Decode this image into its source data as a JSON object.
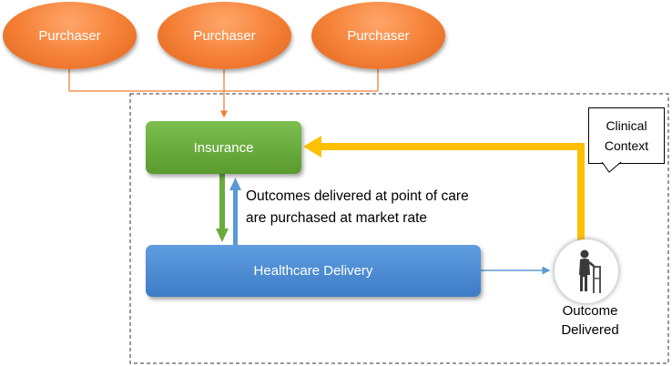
{
  "purchasers": [
    {
      "label": "Purchaser"
    },
    {
      "label": "Purchaser"
    },
    {
      "label": "Purchaser"
    }
  ],
  "insurance": {
    "label": "Insurance"
  },
  "healthcare_delivery": {
    "label": "Healthcare Delivery"
  },
  "annotation": {
    "line1": "Outcomes delivered at point of care",
    "line2": "are purchased at market rate"
  },
  "clinical_context": {
    "line1": "Clinical",
    "line2": "Context"
  },
  "outcome": {
    "line1": "Outcome",
    "line2": "Delivered",
    "icon": "person-with-walker-icon"
  },
  "colors": {
    "purchaser_orange": "#f47f35",
    "insurance_green": "#6aab3e",
    "delivery_blue": "#4a8bd4",
    "feedback_yellow": "#ffc000",
    "down_arrow_green": "#6aab3e",
    "up_arrow_blue": "#5b9bd5"
  }
}
